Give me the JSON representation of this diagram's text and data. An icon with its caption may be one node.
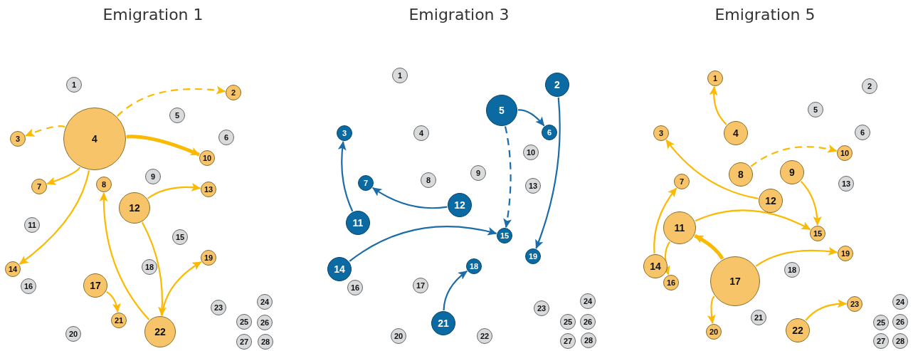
{
  "diagram": {
    "nodes": [
      {
        "text": [
          "Emigration 1"
        ]
      },
      {
        "text": [
          "1"
        ],
        "in": 0
      },
      {
        "text": [
          "2"
        ],
        "in": 0
      },
      {
        "text": [
          "3"
        ],
        "in": 0
      },
      {
        "text": [
          "4"
        ],
        "in": 0
      },
      {
        "text": [
          "5"
        ],
        "in": 0
      },
      {
        "text": [
          "6"
        ],
        "in": 0
      },
      {
        "text": [
          "7"
        ],
        "in": 0
      },
      {
        "text": [
          "8"
        ],
        "in": 0
      },
      {
        "text": [
          "9"
        ],
        "in": 0
      },
      {
        "text": [
          "10"
        ],
        "in": 0
      },
      {
        "text": [
          "11"
        ],
        "in": 0
      },
      {
        "text": [
          "12"
        ],
        "in": 0
      },
      {
        "text": [
          "13"
        ],
        "in": 0
      },
      {
        "text": [
          "14"
        ],
        "in": 0
      },
      {
        "text": [
          "15"
        ],
        "in": 0
      },
      {
        "text": [
          "16"
        ],
        "in": 0
      },
      {
        "text": [
          "17"
        ],
        "in": 0
      },
      {
        "text": [
          "18"
        ],
        "in": 0
      },
      {
        "text": [
          "19"
        ],
        "in": 0
      },
      {
        "text": [
          "20"
        ],
        "in": 0
      },
      {
        "text": [
          "21"
        ],
        "in": 0
      },
      {
        "text": [
          "22"
        ],
        "in": 0
      },
      {
        "text": [
          "23"
        ],
        "in": 0
      },
      {
        "text": [
          "24"
        ],
        "in": 0
      },
      {
        "text": [
          "25"
        ],
        "in": 0
      },
      {
        "text": [
          "26"
        ],
        "in": 0
      },
      {
        "text": [
          "27"
        ],
        "in": 0
      },
      {
        "text": [
          "28"
        ],
        "in": 0
      },
      {
        "text": [
          "Emigration 3"
        ]
      },
      {
        "text": [
          "1"
        ],
        "in": 29
      },
      {
        "text": [
          "2"
        ],
        "in": 29
      },
      {
        "text": [
          "3"
        ],
        "in": 29
      },
      {
        "text": [
          "4"
        ],
        "in": 29
      },
      {
        "text": [
          "5"
        ],
        "in": 29
      },
      {
        "text": [
          "6"
        ],
        "in": 29
      },
      {
        "text": [
          "7"
        ],
        "in": 29
      },
      {
        "text": [
          "8"
        ],
        "in": 29
      },
      {
        "text": [
          "9"
        ],
        "in": 29
      },
      {
        "text": [
          "10"
        ],
        "in": 29
      },
      {
        "text": [
          "11"
        ],
        "in": 29
      },
      {
        "text": [
          "12"
        ],
        "in": 29
      },
      {
        "text": [
          "13"
        ],
        "in": 29
      },
      {
        "text": [
          "14"
        ],
        "in": 29
      },
      {
        "text": [
          "15"
        ],
        "in": 29
      },
      {
        "text": [
          "16"
        ],
        "in": 29
      },
      {
        "text": [
          "17"
        ],
        "in": 29
      },
      {
        "text": [
          "18"
        ],
        "in": 29
      },
      {
        "text": [
          "19"
        ],
        "in": 29
      },
      {
        "text": [
          "20"
        ],
        "in": 29
      },
      {
        "text": [
          "21"
        ],
        "in": 29
      },
      {
        "text": [
          "22"
        ],
        "in": 29
      },
      {
        "text": [
          "23"
        ],
        "in": 29
      },
      {
        "text": [
          "24"
        ],
        "in": 29
      },
      {
        "text": [
          "25"
        ],
        "in": 29
      },
      {
        "text": [
          "26"
        ],
        "in": 29
      },
      {
        "text": [
          "27"
        ],
        "in": 29
      },
      {
        "text": [
          "28"
        ],
        "in": 29
      },
      {
        "text": [
          "Emigration 5"
        ]
      },
      {
        "text": [
          "1"
        ],
        "in": 58
      },
      {
        "text": [
          "2"
        ],
        "in": 58
      },
      {
        "text": [
          "3"
        ],
        "in": 58
      },
      {
        "text": [
          "4"
        ],
        "in": 58
      },
      {
        "text": [
          "5"
        ],
        "in": 58
      },
      {
        "text": [
          "6"
        ],
        "in": 58
      },
      {
        "text": [
          "7"
        ],
        "in": 58
      },
      {
        "text": [
          "8"
        ],
        "in": 58
      },
      {
        "text": [
          "9"
        ],
        "in": 58
      },
      {
        "text": [
          "10"
        ],
        "in": 58
      },
      {
        "text": [
          "11"
        ],
        "in": 58
      },
      {
        "text": [
          "12"
        ],
        "in": 58
      },
      {
        "text": [
          "13"
        ],
        "in": 58
      },
      {
        "text": [
          "14"
        ],
        "in": 58
      },
      {
        "text": [
          "15"
        ],
        "in": 58
      },
      {
        "text": [
          "16"
        ],
        "in": 58
      },
      {
        "text": [
          "17"
        ],
        "in": 58
      },
      {
        "text": [
          "18"
        ],
        "in": 58
      },
      {
        "text": [
          "19"
        ],
        "in": 58
      },
      {
        "text": [
          "20"
        ],
        "in": 58
      },
      {
        "text": [
          "21"
        ],
        "in": 58
      },
      {
        "text": [
          "22"
        ],
        "in": 58
      },
      {
        "text": [
          "23"
        ],
        "in": 58
      },
      {
        "text": [
          "24"
        ],
        "in": 58
      },
      {
        "text": [
          "25"
        ],
        "in": 58
      },
      {
        "text": [
          "26"
        ],
        "in": 58
      },
      {
        "text": [
          "27"
        ],
        "in": 58
      },
      {
        "text": [
          "28"
        ],
        "in": 58
      }
    ],
    "edges": [
      {
        "from": 4,
        "to": 2,
        "arrow": "to",
        "style": "dashed"
      },
      {
        "from": 4,
        "to": 3,
        "arrow": "to",
        "style": "dashed"
      },
      {
        "from": 4,
        "to": 10,
        "arrow": "to",
        "style": "thick"
      },
      {
        "from": 4,
        "to": 7,
        "arrow": "to"
      },
      {
        "from": 4,
        "to": 14,
        "arrow": "to"
      },
      {
        "from": 12,
        "to": 13,
        "arrow": "to"
      },
      {
        "from": 12,
        "to": 22,
        "arrow": "to"
      },
      {
        "from": 22,
        "to": 8,
        "arrow": "to"
      },
      {
        "from": 22,
        "to": 19,
        "arrow": "to"
      },
      {
        "from": 17,
        "to": 21,
        "arrow": "to"
      },
      {
        "from": 34,
        "to": 35,
        "arrow": "to",
        "color": "#1b6ca8"
      },
      {
        "from": 34,
        "to": 44,
        "arrow": "to",
        "style": "dashed",
        "color": "#1b6ca8"
      },
      {
        "from": 31,
        "to": 48,
        "arrow": "to",
        "color": "#1b6ca8"
      },
      {
        "from": 40,
        "to": 32,
        "arrow": "to",
        "color": "#1b6ca8"
      },
      {
        "from": 41,
        "to": 36,
        "arrow": "to",
        "color": "#1b6ca8"
      },
      {
        "from": 43,
        "to": 44,
        "arrow": "to",
        "color": "#1b6ca8"
      },
      {
        "from": 50,
        "to": 47,
        "arrow": "to",
        "color": "#1b6ca8"
      },
      {
        "from": 62,
        "to": 59,
        "arrow": "to"
      },
      {
        "from": 70,
        "to": 61,
        "arrow": "to"
      },
      {
        "from": 66,
        "to": 68,
        "arrow": "to",
        "style": "dashed"
      },
      {
        "from": 67,
        "to": 73,
        "arrow": "to"
      },
      {
        "from": 69,
        "to": 73,
        "arrow": "to"
      },
      {
        "from": 72,
        "to": 65,
        "arrow": "to"
      },
      {
        "from": 69,
        "to": 74,
        "arrow": "to"
      },
      {
        "from": 75,
        "to": 69,
        "arrow": "to",
        "style": "thick"
      },
      {
        "from": 75,
        "to": 77,
        "arrow": "to"
      },
      {
        "from": 75,
        "to": 78,
        "arrow": "to"
      },
      {
        "from": 80,
        "to": 81,
        "arrow": "to"
      }
    ]
  }
}
